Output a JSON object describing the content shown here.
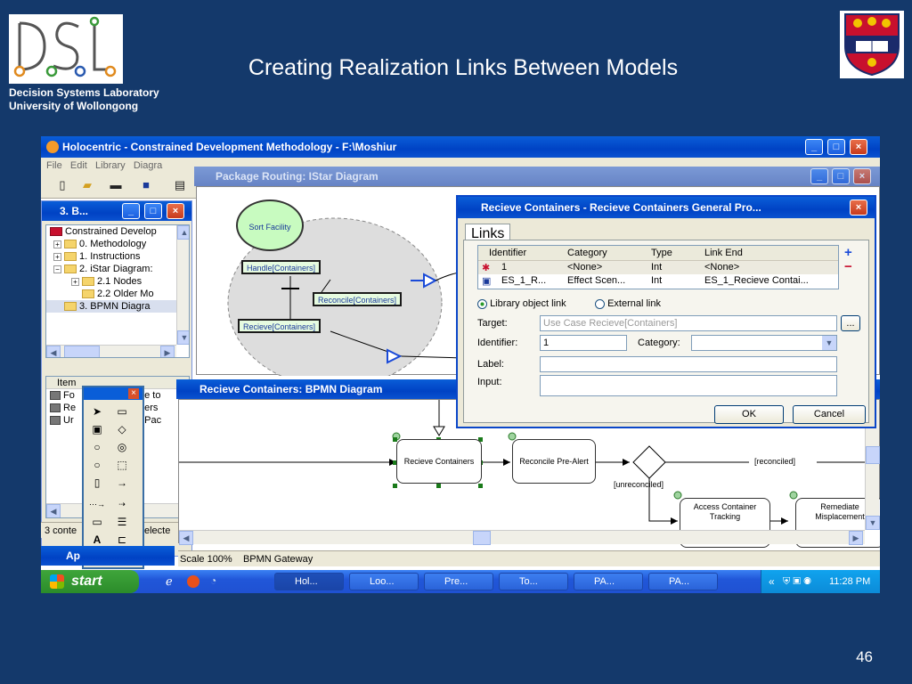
{
  "slide": {
    "title": "Creating Realization Links Between Models",
    "lab_line1": "Decision Systems Laboratory",
    "lab_line2": "University of Wollongong",
    "page_number": "46"
  },
  "main_window": {
    "title": "Holocentric - Constrained Development Methodology - F:\\Moshiur",
    "menu": [
      "File",
      "Edit",
      "Library",
      "Diagra"
    ]
  },
  "tree_panel": {
    "title": "3. B...",
    "items": [
      {
        "label": "Constrained Develop",
        "indent": 0
      },
      {
        "label": "0. Methodology",
        "indent": 1
      },
      {
        "label": "1. Instructions",
        "indent": 1
      },
      {
        "label": "2. iStar Diagram:",
        "indent": 1
      },
      {
        "label": "2.1 Nodes",
        "indent": 2
      },
      {
        "label": "2.2 Older Mo",
        "indent": 2
      },
      {
        "label": "3. BPMN Diagra",
        "indent": 1
      }
    ],
    "item_header": "Item",
    "items_list": [
      "Fo",
      "Re",
      "Ur"
    ],
    "items_list_right": [
      "ge to",
      "ners",
      "t Pac"
    ],
    "count_text": "3 conte",
    "select_text": "electe"
  },
  "package_window": {
    "title": "Package Routing: IStar Diagram",
    "sort_facility": "Sort Facility",
    "handle": "Handle[Containers]",
    "reconcile": "Reconcile[Containers]",
    "recieve": "Recieve[Containers]"
  },
  "bpmn_window": {
    "title": "Recieve Containers: BPMN Diagram",
    "task_recieve": "Recieve Containers",
    "task_reconcile": "Reconcile Pre-Alert",
    "label_reconciled": "[reconciled]",
    "label_unreconciled": "[unreconciled]",
    "task_access": "Access Container Tracking",
    "task_remediate": "Remediate Misplacement",
    "status_scale": "Scale 100%",
    "status_item": "BPMN Gateway"
  },
  "dialog": {
    "title": "Recieve Containers - Recieve Containers General Pro...",
    "tab": "Links",
    "columns": [
      "Identifier",
      "Category",
      "Type",
      "Link End"
    ],
    "rows": [
      {
        "identifier": "1",
        "category": "<None>",
        "type": "Int",
        "link_end": "<None>"
      },
      {
        "identifier": "ES_1_R...",
        "category": "Effect Scen...",
        "type": "Int",
        "link_end": "ES_1_Recieve Contai..."
      }
    ],
    "radio_library": "Library object link",
    "radio_external": "External link",
    "target_label": "Target:",
    "target_value": "Use Case Recieve[Containers]",
    "identifier_label": "Identifier:",
    "identifier_value": "1",
    "category_label": "Category:",
    "label_label": "Label:",
    "input_label": "Input:",
    "ok": "OK",
    "cancel": "Cancel",
    "browse": "..."
  },
  "taskbar": {
    "start": "start",
    "tasks": [
      "Hol...",
      "Loo...",
      "Pre...",
      "To...",
      "PA...",
      "PA..."
    ],
    "clock": "11:28 PM",
    "app_label": "Ap"
  }
}
